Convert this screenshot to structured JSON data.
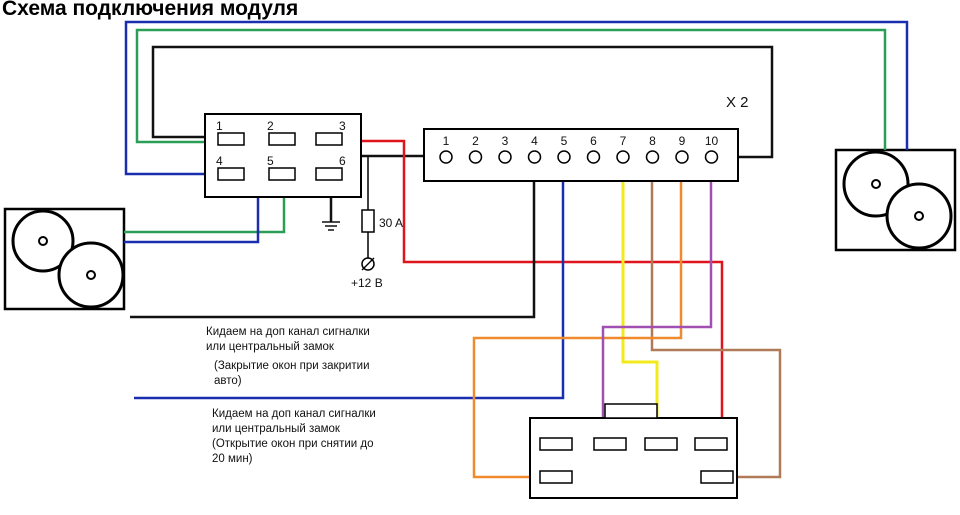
{
  "title": "Схема подключения модуля",
  "connector_label": "X 2",
  "relay_pins": [
    "1",
    "2",
    "3",
    "4",
    "5",
    "6"
  ],
  "x2_pins": [
    "1",
    "2",
    "3",
    "4",
    "5",
    "6",
    "7",
    "8",
    "9",
    "10"
  ],
  "fuse_label": "30 A",
  "power_label": "+12 B",
  "note_close_line1": "Кидаем на доп канал сигналки",
  "note_close_line2": "или центральный замок",
  "note_close_line3": "(Закрытие окон при закритии",
  "note_close_line4": "авто)",
  "note_open_line1": "Кидаем на доп канал сигналки",
  "note_open_line2": "или центральный замок",
  "note_open_line3": "(Открытие окон при снятии до",
  "note_open_line4": "20 мин)",
  "colors": {
    "black": "#111111",
    "blue": "#1a2fb0",
    "green": "#2a9d57",
    "red": "#e0141c",
    "yellow": "#f2ea1c",
    "brown": "#b07a58",
    "orange": "#f08a2c",
    "purple": "#a24fb2"
  }
}
